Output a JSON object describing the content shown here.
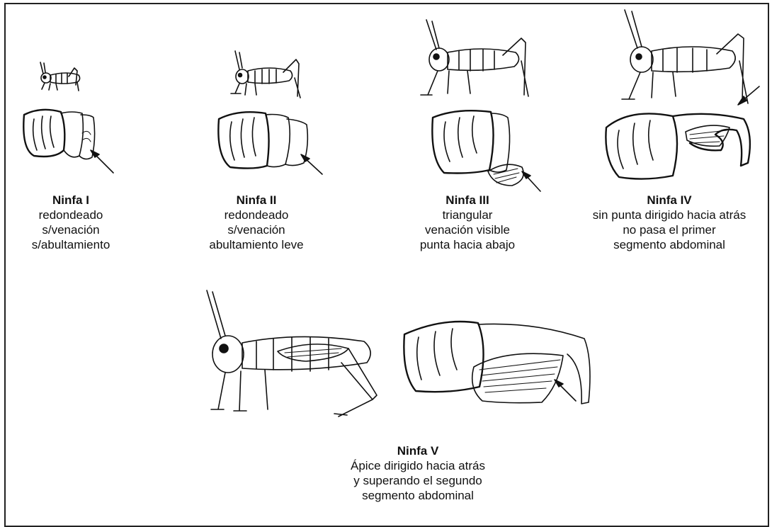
{
  "stages": [
    {
      "title": "Ninfa I",
      "lines": [
        "redondeado",
        "s/venación",
        "s/abultamiento"
      ]
    },
    {
      "title": "Ninfa II",
      "lines": [
        "redondeado",
        "s/venación",
        "abultamiento leve"
      ]
    },
    {
      "title": "Ninfa III",
      "lines": [
        "triangular",
        "venación visible",
        "punta hacia abajo"
      ]
    },
    {
      "title": "Ninfa IV",
      "lines": [
        "sin punta dirigido hacia atrás",
        "no pasa el primer",
        "segmento abdominal"
      ]
    },
    {
      "title": "Ninfa  V",
      "lines": [
        "Ápice dirigido hacia atrás",
        "y superando el segundo",
        "segmento abdominal"
      ]
    }
  ]
}
